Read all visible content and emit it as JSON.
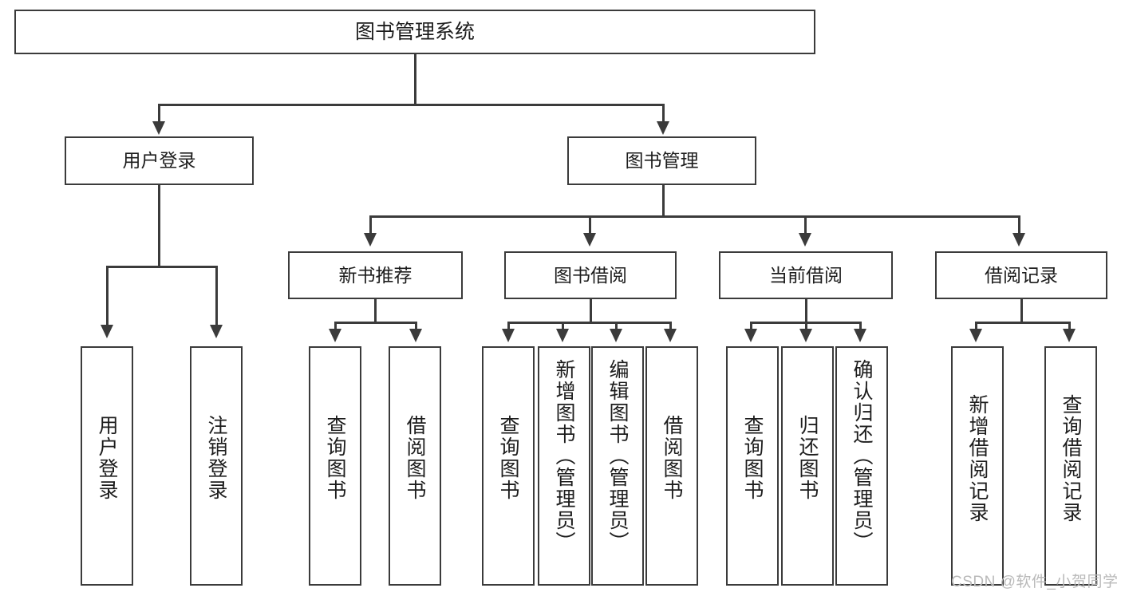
{
  "diagram": {
    "type": "tree-hierarchy-flowchart",
    "title": "图书管理系统",
    "watermark": "CSDN @软件_小贺同学",
    "colors": {
      "border": "#3b3b3b",
      "fill": "#ffffff",
      "text": "#1d1d1d",
      "watermark": "#b9b9b9"
    },
    "levels": {
      "root": {
        "label": "图书管理系统"
      },
      "level1": [
        {
          "label": "用户登录"
        },
        {
          "label": "图书管理"
        }
      ],
      "level2": [
        {
          "label": "新书推荐"
        },
        {
          "label": "图书借阅"
        },
        {
          "label": "当前借阅"
        },
        {
          "label": "借阅记录"
        }
      ],
      "leaves": {
        "user_login": [
          {
            "label": "用户登录"
          },
          {
            "label": "注销登录"
          }
        ],
        "new_book": [
          {
            "label": "查询图书"
          },
          {
            "label": "借阅图书"
          }
        ],
        "book_borrow": [
          {
            "label": "查询图书"
          },
          {
            "label": "新增图书（管理员）"
          },
          {
            "label": "编辑图书（管理员）"
          },
          {
            "label": "借阅图书"
          }
        ],
        "current_borrow": [
          {
            "label": "查询图书"
          },
          {
            "label": "归还图书"
          },
          {
            "label": "确认归还（管理员）"
          }
        ],
        "borrow_record": [
          {
            "label": "新增借阅记录"
          },
          {
            "label": "查询借阅记录"
          }
        ]
      }
    }
  }
}
